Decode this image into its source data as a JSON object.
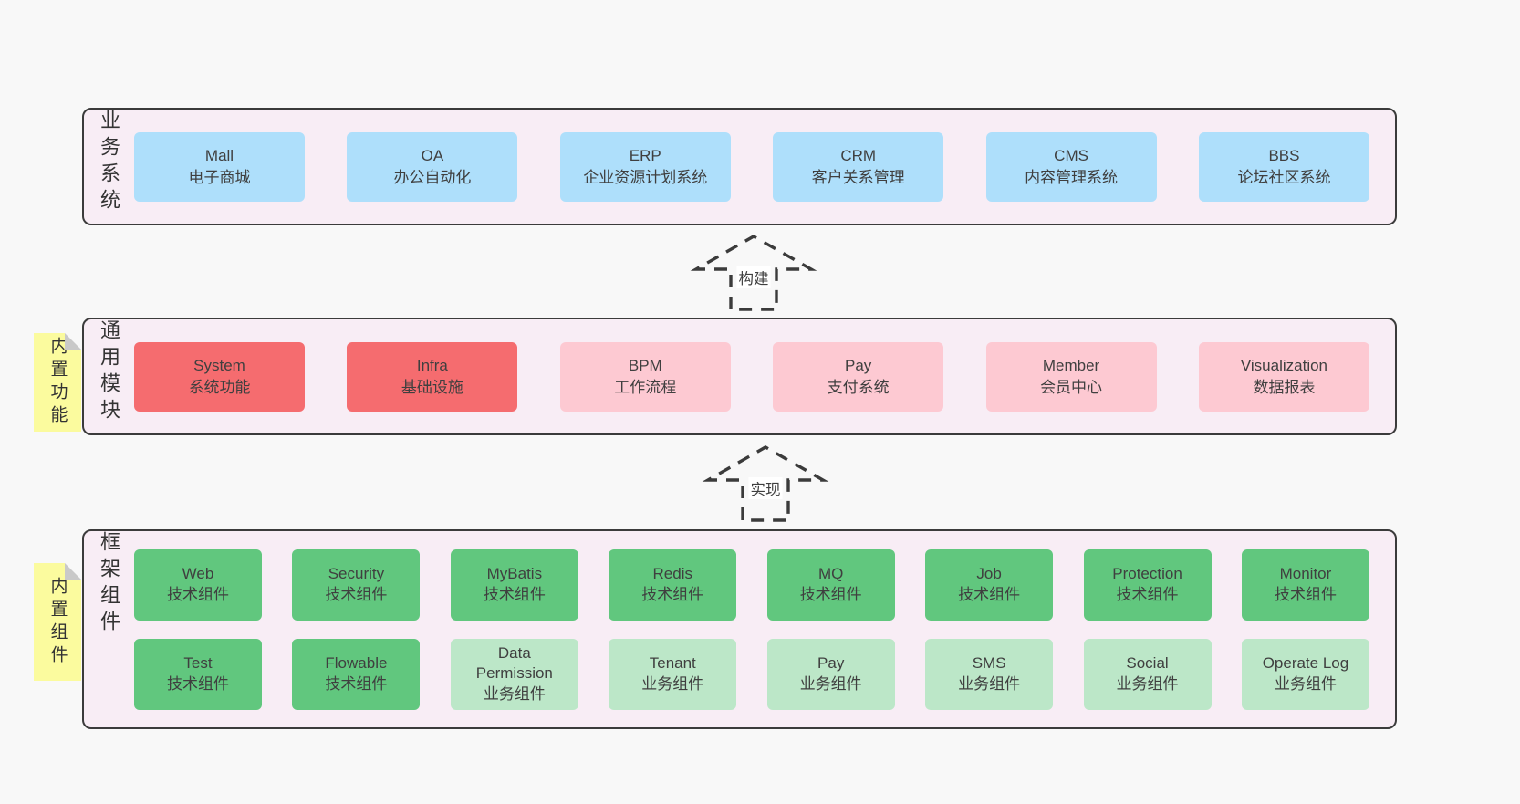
{
  "colors": {
    "page_bg": "#f8f8f8",
    "panel_bg": "#f8edf5",
    "panel_border": "#3b3b3b",
    "blue": "#aedffb",
    "red": "#f56c6f",
    "pink": "#fdc9d2",
    "green": "#61c77e",
    "light_green": "#bce7c8",
    "sticky_yellow": "#fbfb9e",
    "sticky_fold": "#c9c9c9",
    "text": "#3f3f3f"
  },
  "arrows": [
    {
      "label": "构建"
    },
    {
      "label": "实现"
    }
  ],
  "layers": [
    {
      "label": "业务系统",
      "sticky": null,
      "rows": [
        [
          {
            "en": "Mall",
            "zh": "电子商城",
            "type": "blue"
          },
          {
            "en": "OA",
            "zh": "办公自动化",
            "type": "blue"
          },
          {
            "en": "ERP",
            "zh": "企业资源计划系统",
            "type": "blue"
          },
          {
            "en": "CRM",
            "zh": "客户关系管理",
            "type": "blue"
          },
          {
            "en": "CMS",
            "zh": "内容管理系统",
            "type": "blue"
          },
          {
            "en": "BBS",
            "zh": "论坛社区系统",
            "type": "blue"
          }
        ]
      ]
    },
    {
      "label": "通用模块",
      "sticky": "内置功能",
      "rows": [
        [
          {
            "en": "System",
            "zh": "系统功能",
            "type": "red"
          },
          {
            "en": "Infra",
            "zh": "基础设施",
            "type": "red"
          },
          {
            "en": "BPM",
            "zh": "工作流程",
            "type": "pink"
          },
          {
            "en": "Pay",
            "zh": "支付系统",
            "type": "pink"
          },
          {
            "en": "Member",
            "zh": "会员中心",
            "type": "pink"
          },
          {
            "en": "Visualization",
            "zh": "数据报表",
            "type": "pink"
          }
        ]
      ]
    },
    {
      "label": "框架组件",
      "sticky": "内置组件",
      "rows": [
        [
          {
            "en": "Web",
            "zh": "技术组件",
            "type": "green"
          },
          {
            "en": "Security",
            "zh": "技术组件",
            "type": "green"
          },
          {
            "en": "MyBatis",
            "zh": "技术组件",
            "type": "green"
          },
          {
            "en": "Redis",
            "zh": "技术组件",
            "type": "green"
          },
          {
            "en": "MQ",
            "zh": "技术组件",
            "type": "green"
          },
          {
            "en": "Job",
            "zh": "技术组件",
            "type": "green"
          },
          {
            "en": "Protection",
            "zh": "技术组件",
            "type": "green"
          },
          {
            "en": "Monitor",
            "zh": "技术组件",
            "type": "green"
          }
        ],
        [
          {
            "en": "Test",
            "zh": "技术组件",
            "type": "green"
          },
          {
            "en": "Flowable",
            "zh": "技术组件",
            "type": "green"
          },
          {
            "en": "Data Permission",
            "zh": "业务组件",
            "type": "lightgreen"
          },
          {
            "en": "Tenant",
            "zh": "业务组件",
            "type": "lightgreen"
          },
          {
            "en": "Pay",
            "zh": "业务组件",
            "type": "lightgreen"
          },
          {
            "en": "SMS",
            "zh": "业务组件",
            "type": "lightgreen"
          },
          {
            "en": "Social",
            "zh": "业务组件",
            "type": "lightgreen"
          },
          {
            "en": "Operate Log",
            "zh": "业务组件",
            "type": "lightgreen"
          }
        ]
      ]
    }
  ]
}
